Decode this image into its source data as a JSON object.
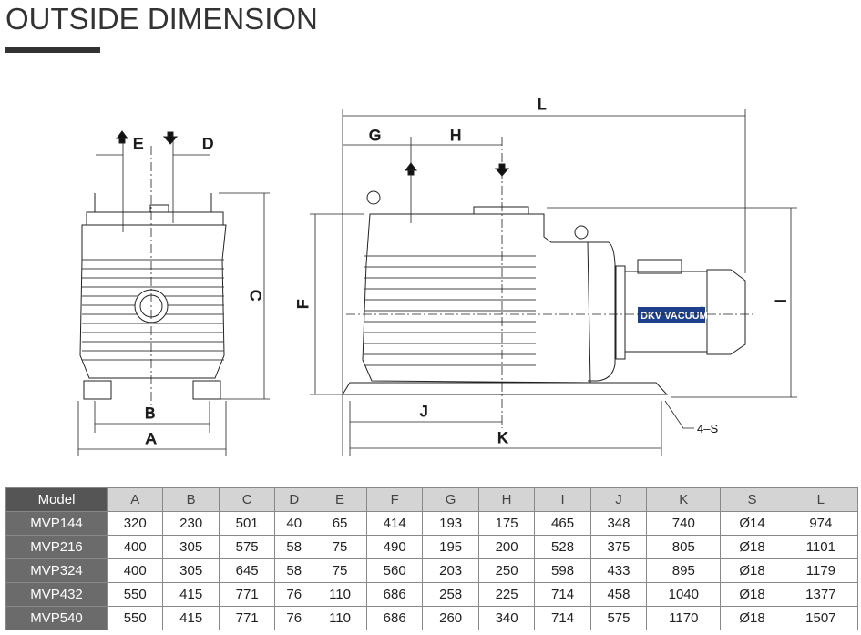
{
  "title": "OUTSIDE DIMENSION",
  "drawing": {
    "labels": {
      "A": "A",
      "B": "B",
      "C": "C",
      "D": "D",
      "E": "E",
      "F": "F",
      "G": "G",
      "H": "H",
      "I": "I",
      "J": "J",
      "K": "K",
      "L": "L",
      "S": "4–S"
    },
    "brand": "DKV VACUUM",
    "brand_mark": "®",
    "brand_color": "#1e3f8c"
  },
  "table": {
    "headers": [
      "Model",
      "A",
      "B",
      "C",
      "D",
      "E",
      "F",
      "G",
      "H",
      "I",
      "J",
      "K",
      "S",
      "L"
    ],
    "rows": [
      [
        "MVP144",
        "320",
        "230",
        "501",
        "40",
        "65",
        "414",
        "193",
        "175",
        "465",
        "348",
        "740",
        "Ø14",
        "974"
      ],
      [
        "MVP216",
        "400",
        "305",
        "575",
        "58",
        "75",
        "490",
        "195",
        "200",
        "528",
        "375",
        "805",
        "Ø18",
        "1101"
      ],
      [
        "MVP324",
        "400",
        "305",
        "645",
        "58",
        "75",
        "560",
        "203",
        "250",
        "598",
        "433",
        "895",
        "Ø18",
        "1179"
      ],
      [
        "MVP432",
        "550",
        "415",
        "771",
        "76",
        "110",
        "686",
        "258",
        "225",
        "714",
        "458",
        "1040",
        "Ø18",
        "1377"
      ],
      [
        "MVP540",
        "550",
        "415",
        "771",
        "76",
        "110",
        "686",
        "260",
        "340",
        "714",
        "575",
        "1170",
        "Ø18",
        "1507"
      ]
    ]
  }
}
